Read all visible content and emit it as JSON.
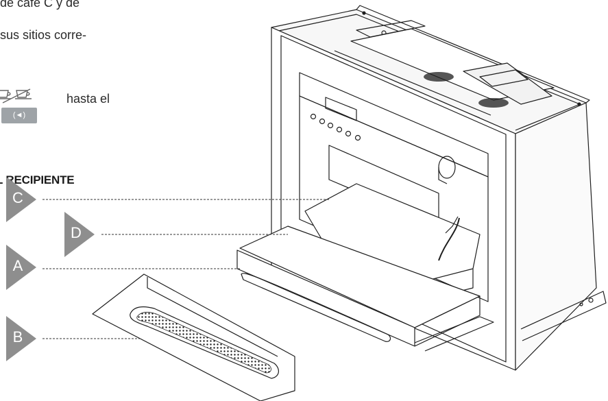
{
  "text": {
    "line1": "de café C y de",
    "line2": "sus sitios corre-",
    "line3": "hasta el",
    "heading": "L RECIPIENTE"
  },
  "buttons": {
    "rewind_label": "(◄)"
  },
  "markers": {
    "c": "C",
    "d": "D",
    "a": "A",
    "b": "B"
  },
  "icons": [
    "coffee-cups-icon",
    "rewind-button-icon"
  ],
  "colors": {
    "marker_fill": "#8e8e8e",
    "line_art": "#1e1e1e",
    "button_bg": "#9ea3a7"
  }
}
